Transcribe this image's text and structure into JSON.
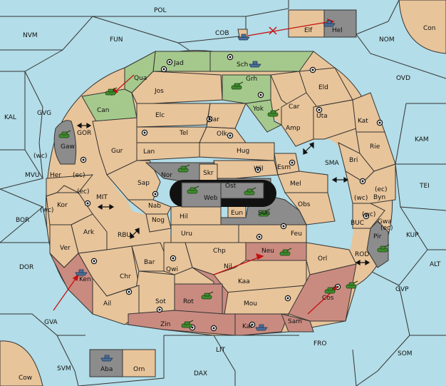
{
  "colors": {
    "sea": "#b3dde8",
    "land": "#e8c49a",
    "green": "#a5c98c",
    "red": "#c98b80",
    "gray": "#8c8c8c",
    "black": "#111111",
    "unit_green": "#3f8a2e",
    "unit_blue": "#4b6f9a",
    "arrow_red": "#c41212"
  },
  "sea_labels": [
    {
      "id": "pol",
      "text": "POL"
    },
    {
      "id": "nvm",
      "text": "NVM"
    },
    {
      "id": "fun",
      "text": "FUN"
    },
    {
      "id": "cob",
      "text": "COB"
    },
    {
      "id": "nom",
      "text": "NOM"
    },
    {
      "id": "con",
      "text": "Con"
    },
    {
      "id": "ovd",
      "text": "OVD"
    },
    {
      "id": "kal",
      "text": "KAL"
    },
    {
      "id": "gvg",
      "text": "GVG"
    },
    {
      "id": "kam",
      "text": "KAM"
    },
    {
      "id": "mvu",
      "text": "MVU"
    },
    {
      "id": "tei",
      "text": "TEI"
    },
    {
      "id": "bor",
      "text": "BOR"
    },
    {
      "id": "kup",
      "text": "KUP"
    },
    {
      "id": "dor",
      "text": "DOR"
    },
    {
      "id": "alt",
      "text": "ALT"
    },
    {
      "id": "gvp",
      "text": "GVP"
    },
    {
      "id": "gva",
      "text": "GVA"
    },
    {
      "id": "fro",
      "text": "FRO"
    },
    {
      "id": "som",
      "text": "SOM"
    },
    {
      "id": "svm",
      "text": "SVM"
    },
    {
      "id": "lit",
      "text": "LIT"
    },
    {
      "id": "dax",
      "text": "DAX"
    },
    {
      "id": "cow",
      "text": "Cow"
    },
    {
      "id": "gor",
      "text": "GOR"
    },
    {
      "id": "mit",
      "text": "MIT"
    },
    {
      "id": "rbu",
      "text": "RBU"
    },
    {
      "id": "sma",
      "text": "SMA"
    },
    {
      "id": "buc",
      "text": "BUC"
    },
    {
      "id": "rod",
      "text": "ROD"
    }
  ],
  "land_labels": [
    {
      "id": "jad",
      "text": "Jad"
    },
    {
      "id": "sch",
      "text": "Sch"
    },
    {
      "id": "qua",
      "text": "Qua"
    },
    {
      "id": "grh",
      "text": "Grh"
    },
    {
      "id": "jos",
      "text": "Jos"
    },
    {
      "id": "can",
      "text": "Can"
    },
    {
      "id": "eld",
      "text": "Eld"
    },
    {
      "id": "yok",
      "text": "Yok"
    },
    {
      "id": "car",
      "text": "Car"
    },
    {
      "id": "elc",
      "text": "Elc"
    },
    {
      "id": "nar",
      "text": "Nar"
    },
    {
      "id": "uta",
      "text": "Uta"
    },
    {
      "id": "kat",
      "text": "Kat"
    },
    {
      "id": "tel",
      "text": "Tel"
    },
    {
      "id": "olk",
      "text": "Olk"
    },
    {
      "id": "amp",
      "text": "Amp"
    },
    {
      "id": "gaw",
      "text": "Gaw"
    },
    {
      "id": "gur",
      "text": "Gur"
    },
    {
      "id": "lan",
      "text": "Lan"
    },
    {
      "id": "hug",
      "text": "Hug"
    },
    {
      "id": "rie",
      "text": "Rie"
    },
    {
      "id": "bri",
      "text": "Bri"
    },
    {
      "id": "wc1",
      "text": "(wc)"
    },
    {
      "id": "wil",
      "text": "Wil"
    },
    {
      "id": "esm",
      "text": "Esm"
    },
    {
      "id": "her",
      "text": "Her"
    },
    {
      "id": "ec1",
      "text": "(ec)"
    },
    {
      "id": "nor",
      "text": "Nor"
    },
    {
      "id": "skr",
      "text": "Skr"
    },
    {
      "id": "ost",
      "text": "Ost"
    },
    {
      "id": "mel",
      "text": "Mel"
    },
    {
      "id": "sap",
      "text": "Sap"
    },
    {
      "id": "web",
      "text": "Web"
    },
    {
      "id": "wc2",
      "text": "(wc)"
    },
    {
      "id": "byn",
      "text": "Byn"
    },
    {
      "id": "ec2",
      "text": "(ec)"
    },
    {
      "id": "ec3",
      "text": "(ec)"
    },
    {
      "id": "kor",
      "text": "Kor"
    },
    {
      "id": "nab",
      "text": "Nab"
    },
    {
      "id": "obs",
      "text": "Obs"
    },
    {
      "id": "wc3",
      "text": "(wc)"
    },
    {
      "id": "wc4",
      "text": "(wc)"
    },
    {
      "id": "eun",
      "text": "Eun"
    },
    {
      "id": "sun",
      "text": "Sun"
    },
    {
      "id": "gwa",
      "text": "Gwa"
    },
    {
      "id": "ec4",
      "text": "(ec)"
    },
    {
      "id": "hil",
      "text": "Hil"
    },
    {
      "id": "nog",
      "text": "Nog"
    },
    {
      "id": "ark",
      "text": "Ark"
    },
    {
      "id": "uru",
      "text": "Uru"
    },
    {
      "id": "feu",
      "text": "Feu"
    },
    {
      "id": "pir",
      "text": "Pir"
    },
    {
      "id": "ver",
      "text": "Ver"
    },
    {
      "id": "chp",
      "text": "Chp"
    },
    {
      "id": "neu",
      "text": "Neu"
    },
    {
      "id": "bar",
      "text": "Bar"
    },
    {
      "id": "orl",
      "text": "Orl"
    },
    {
      "id": "nil",
      "text": "Nil"
    },
    {
      "id": "qwi",
      "text": "Qwi"
    },
    {
      "id": "chr",
      "text": "Chr"
    },
    {
      "id": "ken",
      "text": "Ken"
    },
    {
      "id": "kaa",
      "text": "Kaa"
    },
    {
      "id": "rot",
      "text": "Rot"
    },
    {
      "id": "sot",
      "text": "Sot"
    },
    {
      "id": "cos",
      "text": "Cos"
    },
    {
      "id": "ail",
      "text": "Ail"
    },
    {
      "id": "mou",
      "text": "Mou"
    },
    {
      "id": "sam",
      "text": "Sam"
    },
    {
      "id": "zin",
      "text": "Zin"
    },
    {
      "id": "kar",
      "text": "Kar"
    },
    {
      "id": "elf",
      "text": "Elf"
    },
    {
      "id": "hel",
      "text": "Hel"
    },
    {
      "id": "aba",
      "text": "Aba"
    },
    {
      "id": "orn",
      "text": "Orn"
    }
  ],
  "units": [
    {
      "id": "u-cob",
      "type": "fleet"
    },
    {
      "id": "u-hel",
      "type": "fleet"
    },
    {
      "id": "u-sch",
      "type": "fleet"
    },
    {
      "id": "u-grh",
      "type": "army"
    },
    {
      "id": "u-can",
      "type": "army"
    },
    {
      "id": "u-yok",
      "type": "army"
    },
    {
      "id": "u-gaw",
      "type": "army"
    },
    {
      "id": "u-nor",
      "type": "army"
    },
    {
      "id": "u-web",
      "type": "army"
    },
    {
      "id": "u-ost",
      "type": "army"
    },
    {
      "id": "u-sun",
      "type": "army"
    },
    {
      "id": "u-pir",
      "type": "army"
    },
    {
      "id": "u-neu",
      "type": "army"
    },
    {
      "id": "u-ken",
      "type": "fleet"
    },
    {
      "id": "u-rot",
      "type": "army"
    },
    {
      "id": "u-zin",
      "type": "army"
    },
    {
      "id": "u-kar",
      "type": "fleet"
    },
    {
      "id": "u-cos",
      "type": "army"
    },
    {
      "id": "u-sam",
      "type": "army"
    },
    {
      "id": "u-aba",
      "type": "fleet"
    }
  ]
}
